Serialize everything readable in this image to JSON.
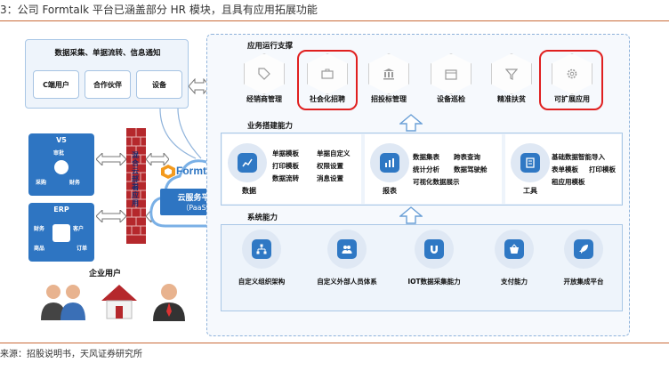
{
  "caption": "3：公司 Formtalk 平台已涵盖部分 HR 模块，且具有应用拓展功能",
  "source": "来源：招股说明书，天风证券研究所",
  "left": {
    "top_box_title": "数据采集、单据流转、信息通知",
    "top_items": [
      "C端用户",
      "合作伙伴",
      "设备"
    ],
    "v5": {
      "title": "V5",
      "nodes": [
        "审批",
        "采购",
        "财务"
      ]
    },
    "erp": {
      "title": "ERP",
      "nodes": [
        "财务",
        "客户",
        "订单",
        "商品"
      ]
    },
    "firewall_label": "混合云部署应用",
    "enterprise_users": "企业用户"
  },
  "center": {
    "brand": "Formtalk",
    "platform_line1": "云服务平台",
    "platform_line2": "（PaaS）"
  },
  "right": {
    "app_section_title": "应用运行支撑",
    "apps": [
      "经销商管理",
      "社会化招聘",
      "招投标管理",
      "设备巡检",
      "精准扶贫",
      "可扩展应用"
    ],
    "biz_section_title": "业务搭建能力",
    "data_group": {
      "name": "数据",
      "items": [
        "单据模板",
        "单据自定义",
        "打印模板",
        "权限设置",
        "数据流转",
        "消息设置"
      ]
    },
    "report_group": {
      "name": "报表",
      "items": [
        "数据集表",
        "跨表查询",
        "统计分析",
        "数据驾驶舱",
        "可视化数据展示"
      ]
    },
    "tool_group": {
      "name": "工具",
      "items": [
        "基础数据智能导入",
        "表单模板",
        "打印模板",
        "租应用模板"
      ]
    },
    "sys_section_title": "系统能力",
    "sys_items": [
      "自定义组织架构",
      "自定义外部人员体系",
      "IOT数据采集能力",
      "支付能力",
      "开放集成平台"
    ]
  }
}
